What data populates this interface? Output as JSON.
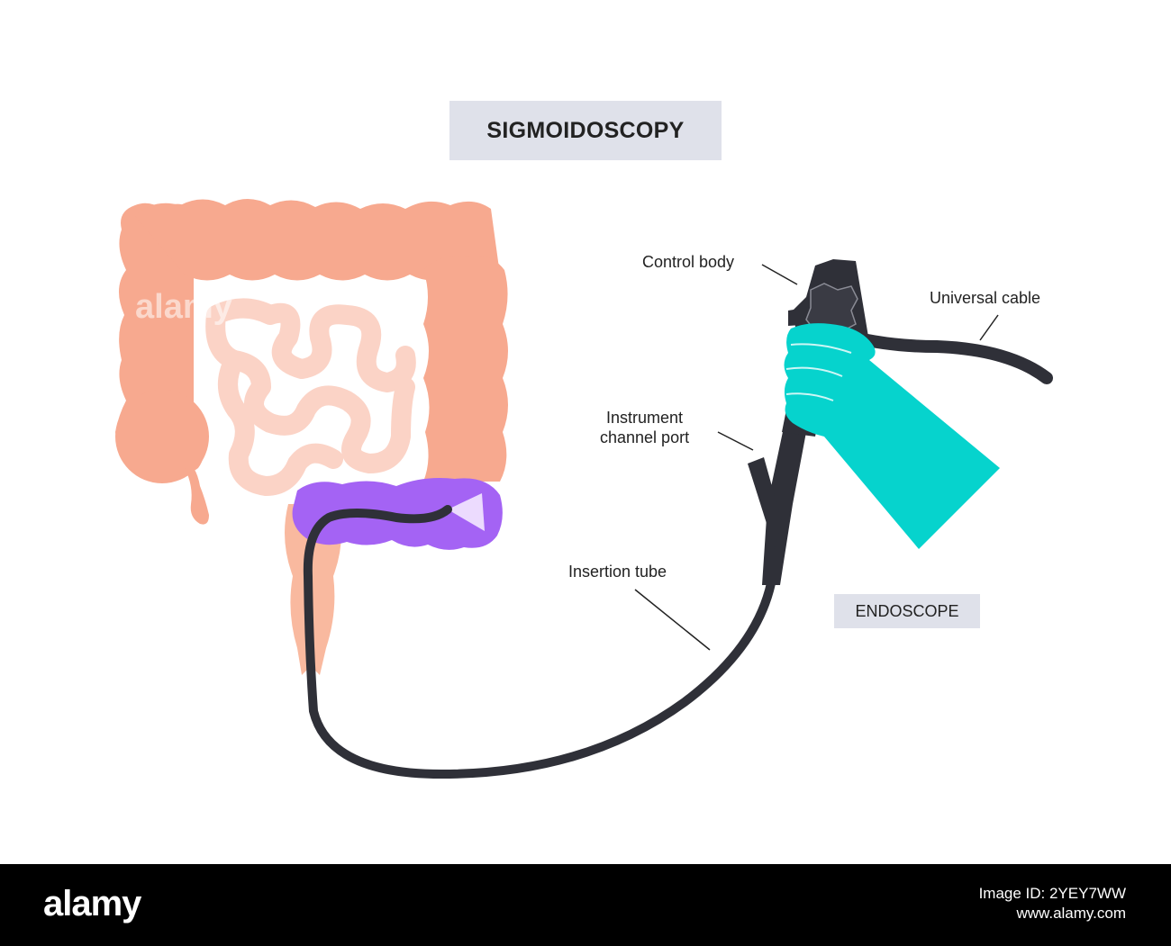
{
  "title": "SIGMOIDOSCOPY",
  "badge": "ENDOSCOPE",
  "labels": {
    "control_body": "Control body",
    "universal_cable": "Universal cable",
    "instrument_port_line1": "Instrument",
    "instrument_port_line2": "channel port",
    "insertion_tube": "Insertion tube"
  },
  "watermark": "alamy",
  "footer": {
    "logo": "alamy",
    "image_id": "Image ID: 2YEY7WW",
    "site": "www.alamy.com"
  },
  "colors": {
    "colon": "#f7a98f",
    "small_intestine": "#fbd3c6",
    "sigmoid_highlight": "#a463f4",
    "rectum": "#f9b99f",
    "endoscope": "#2f3038",
    "glove": "#06d3cd",
    "label_box": "#dfe1ea"
  }
}
